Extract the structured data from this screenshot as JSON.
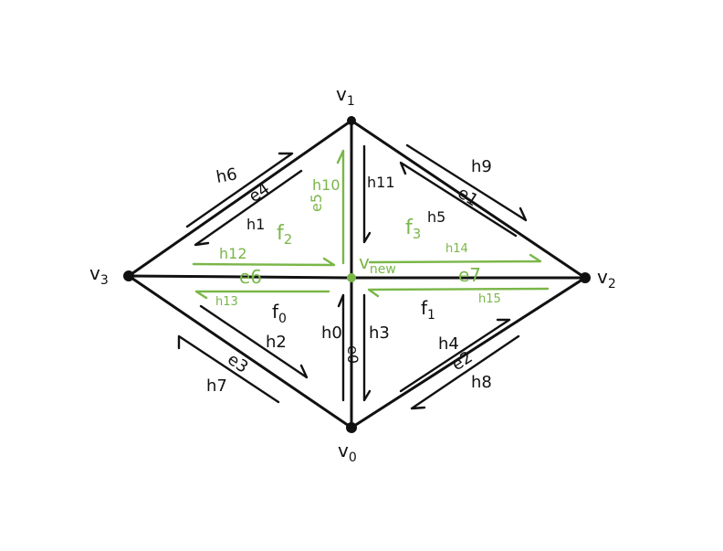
{
  "colors": {
    "ink": "#111111",
    "accent": "#7ab648"
  },
  "vertices": {
    "v0": {
      "base": "v",
      "sub": "0"
    },
    "v1": {
      "base": "v",
      "sub": "1"
    },
    "v2": {
      "base": "v",
      "sub": "2"
    },
    "v3": {
      "base": "v",
      "sub": "3"
    },
    "vnew": {
      "base": "v",
      "sub": "new"
    }
  },
  "edges": {
    "e0": "e0",
    "e1": "e1",
    "e2": "e2",
    "e3": "e3",
    "e4": "e4",
    "e5": "e5",
    "e6": "e6",
    "e7": "e7"
  },
  "faces": {
    "f0": {
      "base": "f",
      "sub": "0"
    },
    "f1": {
      "base": "f",
      "sub": "1"
    },
    "f2": {
      "base": "f",
      "sub": "2"
    },
    "f3": {
      "base": "f",
      "sub": "3"
    }
  },
  "halfedges": {
    "h0": "h0",
    "h1": "h1",
    "h2": "h2",
    "h3": "h3",
    "h4": "h4",
    "h5": "h5",
    "h6": "h6",
    "h7": "h7",
    "h8": "h8",
    "h9": "h9",
    "h10": "h10",
    "h11": "h11",
    "h12": "h12",
    "h13": "h13",
    "h14": "h14",
    "h15": "h15"
  }
}
